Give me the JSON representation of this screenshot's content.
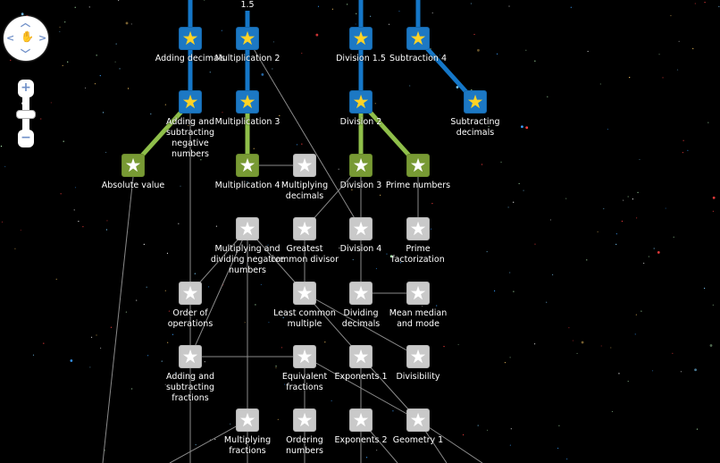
{
  "top_partial_label": "1.5",
  "colors": {
    "mastered": "#1c78c4",
    "proficient": "#789a34",
    "not_started": "#c9c9c9",
    "thick_mastered": "#1577c8",
    "thick_proficient": "#8fbf4a",
    "thin": "#8a8a8a"
  },
  "controls": {
    "pan_icon": "hand-icon",
    "zoom_in": "+",
    "zoom_out": "−"
  },
  "nodes": [
    {
      "id": "adddec",
      "label": "Adding decimals",
      "status": "blue",
      "col": 1,
      "row": 0
    },
    {
      "id": "mult2",
      "label": "Multiplication 2",
      "status": "blue",
      "col": 2,
      "row": 0
    },
    {
      "id": "div15",
      "label": "Division 1.5",
      "status": "blue",
      "col": 4,
      "row": 0
    },
    {
      "id": "sub4",
      "label": "Subtraction 4",
      "status": "blue",
      "col": 5,
      "row": 0
    },
    {
      "id": "addneg",
      "label": "Adding and subtracting negative numbers",
      "status": "blue",
      "col": 1,
      "row": 1
    },
    {
      "id": "mult3",
      "label": "Multiplication 3",
      "status": "blue",
      "col": 2,
      "row": 1
    },
    {
      "id": "div2",
      "label": "Division 2",
      "status": "blue",
      "col": 4,
      "row": 1
    },
    {
      "id": "subdec",
      "label": "Subtracting decimals",
      "status": "blue",
      "col": 6,
      "row": 1
    },
    {
      "id": "abs",
      "label": "Absolute value",
      "status": "green",
      "col": 0,
      "row": 2
    },
    {
      "id": "mult4",
      "label": "Multiplication 4",
      "status": "green",
      "col": 2,
      "row": 2
    },
    {
      "id": "multdec",
      "label": "Multiplying decimals",
      "status": "gray",
      "col": 3,
      "row": 2
    },
    {
      "id": "div3",
      "label": "Division 3",
      "status": "green",
      "col": 4,
      "row": 2
    },
    {
      "id": "prime",
      "label": "Prime numbers",
      "status": "green",
      "col": 5,
      "row": 2
    },
    {
      "id": "multneg",
      "label": "Multiplying and dividing negative numbers",
      "status": "gray",
      "col": 2,
      "row": 3
    },
    {
      "id": "gcd",
      "label": "Greatest common divisor",
      "status": "gray",
      "col": 3,
      "row": 3
    },
    {
      "id": "div4",
      "label": "Division 4",
      "status": "gray",
      "col": 4,
      "row": 3
    },
    {
      "id": "primefac",
      "label": "Prime factorization",
      "status": "gray",
      "col": 5,
      "row": 3
    },
    {
      "id": "orderops",
      "label": "Order of operations",
      "status": "gray",
      "col": 1,
      "row": 4
    },
    {
      "id": "lcm",
      "label": "Least common multiple",
      "status": "gray",
      "col": 3,
      "row": 4
    },
    {
      "id": "divdec",
      "label": "Dividing decimals",
      "status": "gray",
      "col": 4,
      "row": 4
    },
    {
      "id": "mean",
      "label": "Mean median and mode",
      "status": "gray",
      "col": 5,
      "row": 4
    },
    {
      "id": "addfrac",
      "label": "Adding and subtracting fractions",
      "status": "gray",
      "col": 1,
      "row": 5
    },
    {
      "id": "equivfrac",
      "label": "Equivalent fractions",
      "status": "gray",
      "col": 3,
      "row": 5
    },
    {
      "id": "exp1",
      "label": "Exponents 1",
      "status": "gray",
      "col": 4,
      "row": 5
    },
    {
      "id": "divis",
      "label": "Divisibility",
      "status": "gray",
      "col": 5,
      "row": 5
    },
    {
      "id": "multfrac",
      "label": "Multiplying fractions",
      "status": "gray",
      "col": 2,
      "row": 6
    },
    {
      "id": "ordnum",
      "label": "Ordering numbers",
      "status": "gray",
      "col": 3,
      "row": 6
    },
    {
      "id": "exp2",
      "label": "Exponents 2",
      "status": "gray",
      "col": 4,
      "row": 6
    },
    {
      "id": "geo1",
      "label": "Geometry 1",
      "status": "gray",
      "col": 5,
      "row": 6
    }
  ],
  "edges": [
    [
      "addneg",
      "abs",
      "green"
    ],
    [
      "mult3",
      "mult4",
      "green"
    ],
    [
      "div2",
      "div3",
      "green"
    ],
    [
      "div2",
      "prime",
      "green"
    ],
    [
      "adddec",
      "addneg",
      "blue"
    ],
    [
      "mult2",
      "mult3",
      "blue"
    ],
    [
      "div15",
      "div2",
      "blue"
    ],
    [
      "sub4",
      "subdec",
      "blue"
    ],
    [
      "mult4",
      "multdec",
      "thin"
    ],
    [
      "mult2",
      "div4",
      "thin"
    ],
    [
      "div3",
      "gcd",
      "thin"
    ],
    [
      "div3",
      "div4",
      "thin"
    ],
    [
      "prime",
      "primefac",
      "thin"
    ],
    [
      "multneg",
      "orderops",
      "thin"
    ],
    [
      "multneg",
      "lcm",
      "thin"
    ],
    [
      "multneg",
      "addfrac",
      "thin"
    ],
    [
      "multneg",
      "multfrac",
      "thin"
    ],
    [
      "gcd",
      "lcm",
      "thin"
    ],
    [
      "div4",
      "divdec",
      "thin"
    ],
    [
      "divdec",
      "mean",
      "thin"
    ],
    [
      "lcm",
      "exp1",
      "thin"
    ],
    [
      "lcm",
      "divis",
      "thin"
    ],
    [
      "addfrac",
      "equivfrac",
      "thin"
    ],
    [
      "equivfrac",
      "ordnum",
      "thin"
    ],
    [
      "equivfrac",
      "geo1",
      "thin"
    ],
    [
      "exp1",
      "geo1",
      "thin"
    ],
    [
      "orderops",
      "addfrac",
      "thin"
    ],
    [
      "exp1",
      "exp2",
      "thin"
    ]
  ]
}
